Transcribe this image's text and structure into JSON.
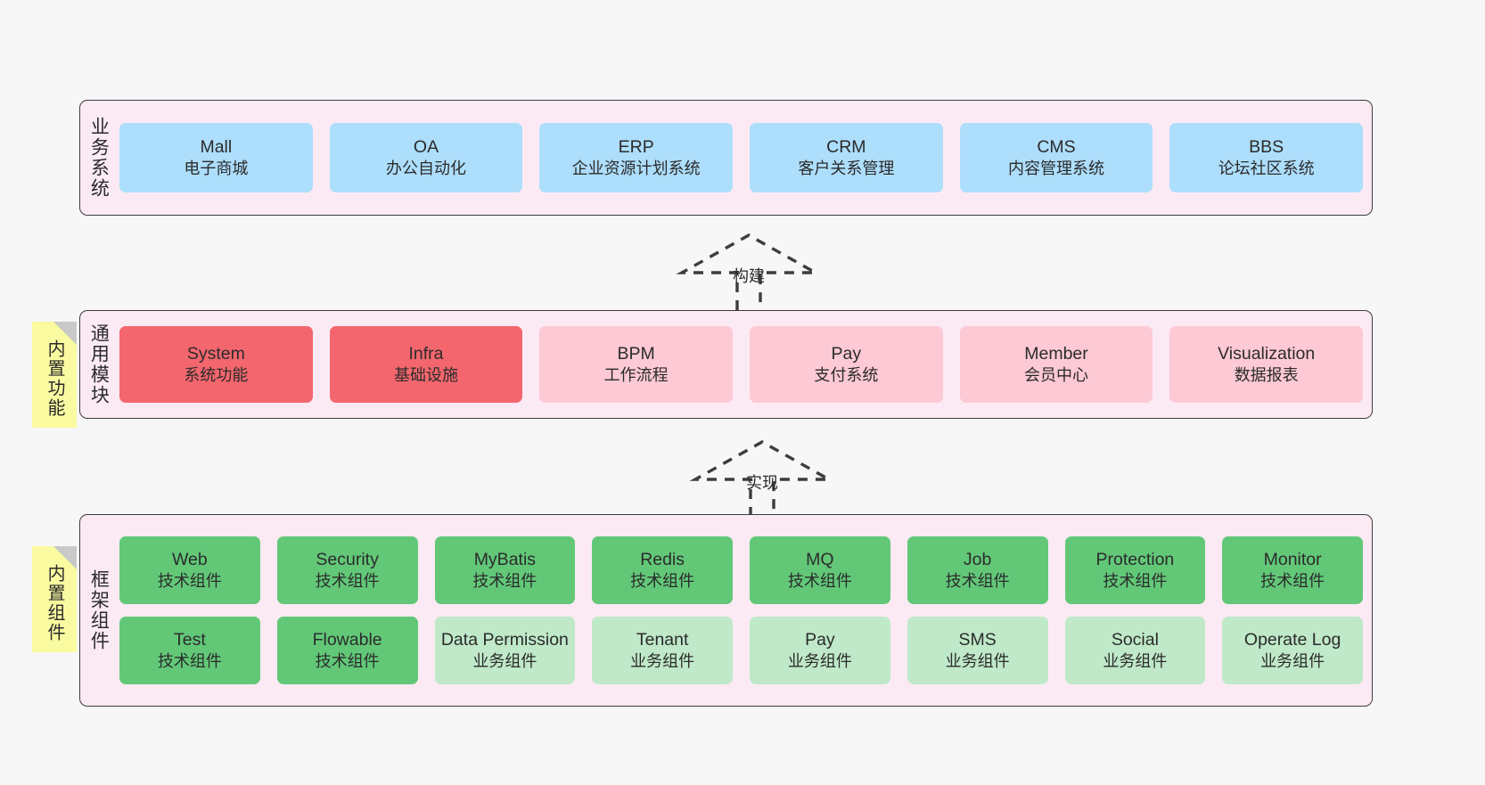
{
  "diagram": {
    "background_color": "#f7f7f7",
    "panel_color": "#fbeaf4",
    "panel_border_color": "#3d3d3d",
    "note_color": "#fafaa0",
    "note_fold_color": "#c9c9c9"
  },
  "layers": [
    {
      "id": "business-system",
      "title": "业务系统",
      "note": null,
      "rows": [
        {
          "boxes": [
            {
              "en": "Mall",
              "cn": "电子商城",
              "color": "#addefc",
              "style": "blue"
            },
            {
              "en": "OA",
              "cn": "办公自动化",
              "color": "#addefc",
              "style": "blue"
            },
            {
              "en": "ERP",
              "cn": "企业资源计划系统",
              "color": "#addefc",
              "style": "blue"
            },
            {
              "en": "CRM",
              "cn": "客户关系管理",
              "color": "#addefc",
              "style": "blue"
            },
            {
              "en": "CMS",
              "cn": "内容管理系统",
              "color": "#addefc",
              "style": "blue"
            },
            {
              "en": "BBS",
              "cn": "论坛社区系统",
              "color": "#addefc",
              "style": "blue"
            }
          ]
        }
      ]
    },
    {
      "id": "common-module",
      "title": "通用模块",
      "note": "内置功能",
      "rows": [
        {
          "boxes": [
            {
              "en": "System",
              "cn": "系统功能",
              "color": "#f4666e",
              "style": "red"
            },
            {
              "en": "Infra",
              "cn": "基础设施",
              "color": "#f4666e",
              "style": "red"
            },
            {
              "en": "BPM",
              "cn": "工作流程",
              "color": "#fcc9d4",
              "style": "pink"
            },
            {
              "en": "Pay",
              "cn": "支付系统",
              "color": "#fcc9d4",
              "style": "pink"
            },
            {
              "en": "Member",
              "cn": "会员中心",
              "color": "#fcc9d4",
              "style": "pink"
            },
            {
              "en": "Visualization",
              "cn": "数据报表",
              "color": "#fcc9d4",
              "style": "pink"
            }
          ]
        }
      ]
    },
    {
      "id": "framework-component",
      "title": "框架组件",
      "note": "内置组件",
      "rows": [
        {
          "boxes": [
            {
              "en": "Web",
              "cn": "技术组件",
              "color": "#62c878",
              "style": "green"
            },
            {
              "en": "Security",
              "cn": "技术组件",
              "color": "#62c878",
              "style": "green"
            },
            {
              "en": "MyBatis",
              "cn": "技术组件",
              "color": "#62c878",
              "style": "green"
            },
            {
              "en": "Redis",
              "cn": "技术组件",
              "color": "#62c878",
              "style": "green"
            },
            {
              "en": "MQ",
              "cn": "技术组件",
              "color": "#62c878",
              "style": "green"
            },
            {
              "en": "Job",
              "cn": "技术组件",
              "color": "#62c878",
              "style": "green"
            },
            {
              "en": "Protection",
              "cn": "技术组件",
              "color": "#62c878",
              "style": "green"
            },
            {
              "en": "Monitor",
              "cn": "技术组件",
              "color": "#62c878",
              "style": "green"
            }
          ]
        },
        {
          "boxes": [
            {
              "en": "Test",
              "cn": "技术组件",
              "color": "#62c878",
              "style": "green"
            },
            {
              "en": "Flowable",
              "cn": "技术组件",
              "color": "#62c878",
              "style": "green"
            },
            {
              "en": "Data Permission",
              "cn": "业务组件",
              "color": "#bfe9c8",
              "style": "greenlight"
            },
            {
              "en": "Tenant",
              "cn": "业务组件",
              "color": "#bfe9c8",
              "style": "greenlight"
            },
            {
              "en": "Pay",
              "cn": "业务组件",
              "color": "#bfe9c8",
              "style": "greenlight"
            },
            {
              "en": "SMS",
              "cn": "业务组件",
              "color": "#bfe9c8",
              "style": "greenlight"
            },
            {
              "en": "Social",
              "cn": "业务组件",
              "color": "#bfe9c8",
              "style": "greenlight"
            },
            {
              "en": "Operate Log",
              "cn": "业务组件",
              "color": "#bfe9c8",
              "style": "greenlight"
            }
          ]
        }
      ]
    }
  ],
  "connectors": [
    {
      "id": "build",
      "label": "构建",
      "from": "common-module",
      "to": "business-system"
    },
    {
      "id": "implement",
      "label": "实现",
      "from": "framework-component",
      "to": "common-module"
    }
  ]
}
